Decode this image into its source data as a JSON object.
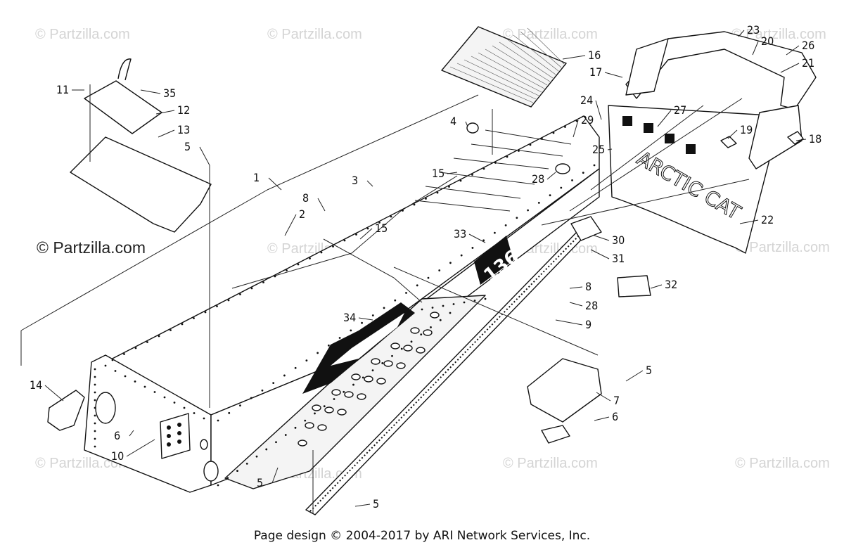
{
  "watermark": {
    "text": "© Partzilla.com",
    "prominent_text": "© Partzilla.com"
  },
  "footer": {
    "text": "Page design © 2004-2017 by ARI Network Services, Inc."
  },
  "callouts": [
    {
      "id": "c1",
      "label": "1"
    },
    {
      "id": "c2",
      "label": "2"
    },
    {
      "id": "c3",
      "label": "3"
    },
    {
      "id": "c4",
      "label": "4"
    },
    {
      "id": "c5a",
      "label": "5"
    },
    {
      "id": "c5b",
      "label": "5"
    },
    {
      "id": "c5c",
      "label": "5"
    },
    {
      "id": "c5d",
      "label": "5"
    },
    {
      "id": "c6a",
      "label": "6"
    },
    {
      "id": "c6b",
      "label": "6"
    },
    {
      "id": "c7",
      "label": "7"
    },
    {
      "id": "c8a",
      "label": "8"
    },
    {
      "id": "c8b",
      "label": "8"
    },
    {
      "id": "c9",
      "label": "9"
    },
    {
      "id": "c10",
      "label": "10"
    },
    {
      "id": "c11",
      "label": "11"
    },
    {
      "id": "c12",
      "label": "12"
    },
    {
      "id": "c13",
      "label": "13"
    },
    {
      "id": "c14",
      "label": "14"
    },
    {
      "id": "c15a",
      "label": "15"
    },
    {
      "id": "c15b",
      "label": "15"
    },
    {
      "id": "c16",
      "label": "16"
    },
    {
      "id": "c17",
      "label": "17"
    },
    {
      "id": "c18",
      "label": "18"
    },
    {
      "id": "c19",
      "label": "19"
    },
    {
      "id": "c20",
      "label": "20"
    },
    {
      "id": "c21",
      "label": "21"
    },
    {
      "id": "c22",
      "label": "22"
    },
    {
      "id": "c23",
      "label": "23"
    },
    {
      "id": "c24",
      "label": "24"
    },
    {
      "id": "c25",
      "label": "25"
    },
    {
      "id": "c26",
      "label": "26"
    },
    {
      "id": "c27",
      "label": "27"
    },
    {
      "id": "c28a",
      "label": "28"
    },
    {
      "id": "c28b",
      "label": "28"
    },
    {
      "id": "c29",
      "label": "29"
    },
    {
      "id": "c30",
      "label": "30"
    },
    {
      "id": "c31",
      "label": "31"
    },
    {
      "id": "c32",
      "label": "32"
    },
    {
      "id": "c33",
      "label": "33"
    },
    {
      "id": "c34",
      "label": "34"
    },
    {
      "id": "c35",
      "label": "35"
    }
  ],
  "decals": {
    "tunnel_number": "136",
    "flap_text": "ARCTIC CAT"
  }
}
